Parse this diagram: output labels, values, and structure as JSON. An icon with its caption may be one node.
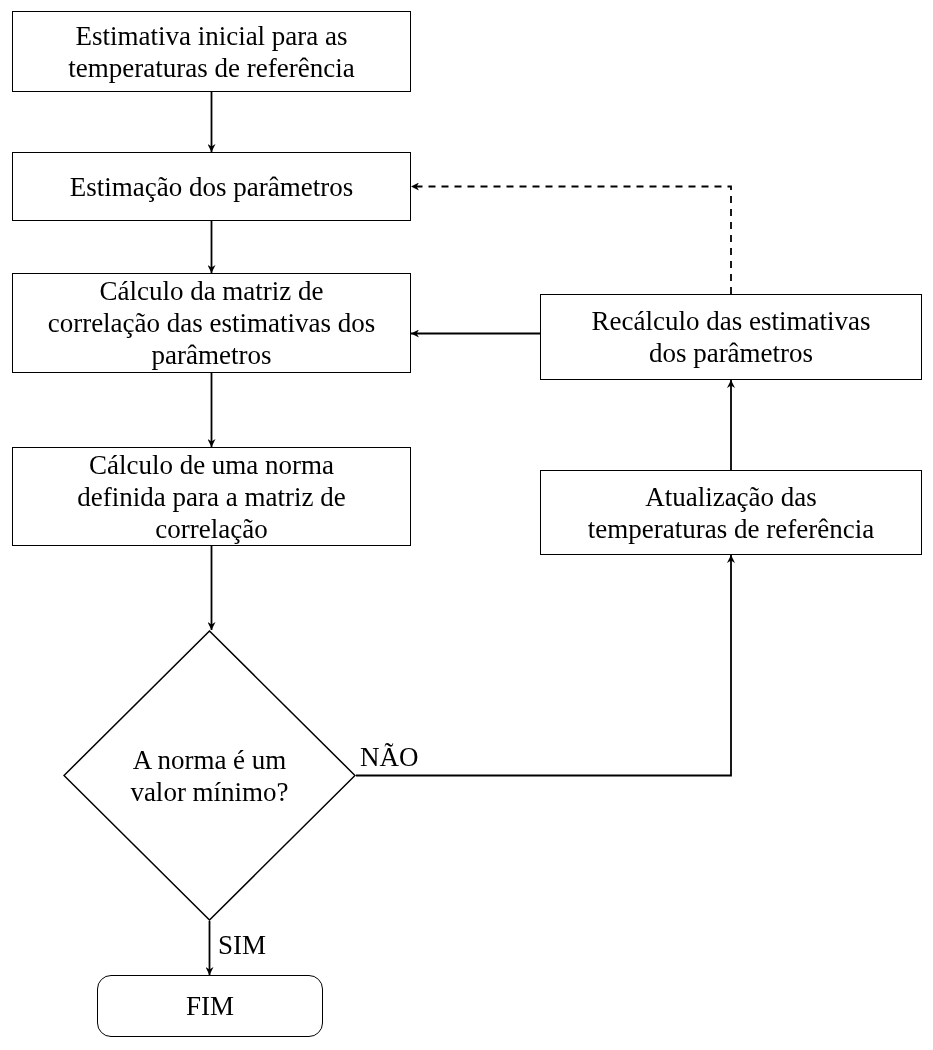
{
  "diagram": {
    "nodes": [
      {
        "text": [
          "Estimativa inicial para as temperaturas de referência"
        ]
      },
      {
        "text": [
          "Estimação dos parâmetros"
        ]
      },
      {
        "text": [
          "Cálculo da matriz de correlação das estimativas dos parâmetros"
        ]
      },
      {
        "text": [
          "Cálculo de uma norma definida para a matriz de correlação"
        ]
      },
      {
        "text": [
          "A norma é um valor mínimo?"
        ]
      },
      {
        "text": [
          "FIM"
        ]
      },
      {
        "text": [
          "Recálculo das estimativas dos parâmetros"
        ]
      },
      {
        "text": [
          "Atualização das temperaturas de referência"
        ]
      }
    ],
    "edges": [
      {
        "from": 0,
        "to": 1,
        "arrow": "to"
      },
      {
        "from": 1,
        "to": 2,
        "arrow": "to"
      },
      {
        "from": 2,
        "to": 3,
        "arrow": "to"
      },
      {
        "from": 3,
        "to": 4,
        "arrow": "to"
      },
      {
        "from": 4,
        "to": 5,
        "arrow": "to",
        "label": "SIM"
      },
      {
        "from": 4,
        "to": 7,
        "arrow": "to",
        "label": "NÃO"
      },
      {
        "from": 7,
        "to": 6,
        "arrow": "to"
      },
      {
        "from": 6,
        "to": 2,
        "arrow": "to"
      },
      {
        "from": 6,
        "to": 1,
        "arrow": "to",
        "style": "dashed"
      }
    ]
  }
}
